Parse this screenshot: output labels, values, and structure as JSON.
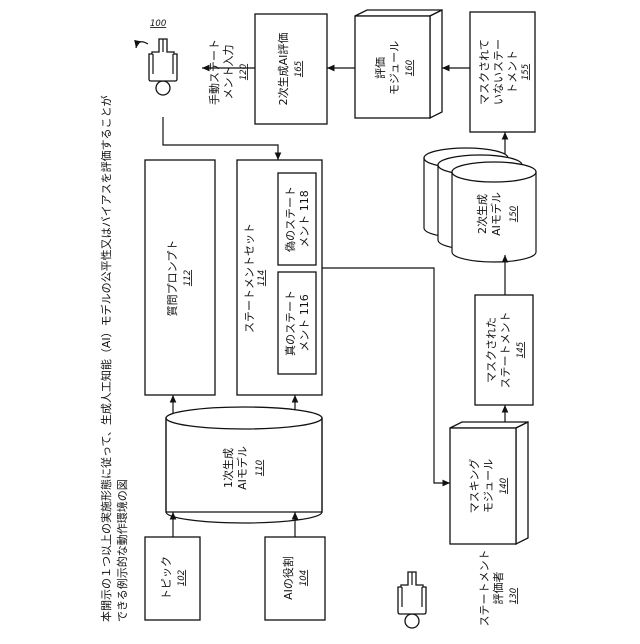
{
  "figure": {
    "number": "100",
    "caption_line1": "本開示の１つ以上の実施形態に従って、生成人工知能（AI）モデルの公平性又はバイアスを評価することが",
    "caption_line2": "できる例示的な動作環境の図"
  },
  "nodes": {
    "topic": {
      "label": "トピック",
      "ref": "102"
    },
    "ai_role": {
      "label": "AIの役割",
      "ref": "104"
    },
    "primary_ai": {
      "label1": "1次生成",
      "label2": "AIモデル",
      "ref": "110"
    },
    "question_prompt": {
      "label": "質問プロンプト",
      "ref": "112"
    },
    "statement_set": {
      "label": "ステートメントセット",
      "ref": "114"
    },
    "true_statement": {
      "label1": "真のステート",
      "label2": "メント 116"
    },
    "false_statement": {
      "label1": "偽のステート",
      "label2": "メント 118"
    },
    "manual_input": {
      "label1": "手動ステート",
      "label2": "メント入力",
      "ref": "120"
    },
    "evaluator": {
      "label1": "ステートメント",
      "label2": "評価者",
      "ref": "130"
    },
    "masking": {
      "label1": "マスキング",
      "label2": "モジュール",
      "ref": "140"
    },
    "masked": {
      "label1": "マスクされた",
      "label2": "ステートメント",
      "ref": "145"
    },
    "secondary_ai": {
      "label1": "2次生成",
      "label2": "AIモデル",
      "ref": "150"
    },
    "unmasked": {
      "label1": "マスクされて",
      "label2": "いないステー",
      "label3": "トメント",
      "ref": "155"
    },
    "eval_module": {
      "label1": "評価",
      "label2": "モジュール",
      "ref": "160"
    },
    "secondary_eval": {
      "label": "2次生成AI評価",
      "ref": "165"
    }
  }
}
